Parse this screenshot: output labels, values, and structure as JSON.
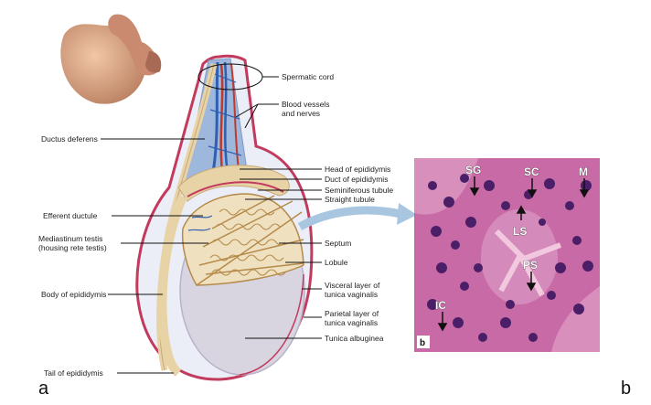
{
  "panel_letters": {
    "a": "a",
    "b": "b"
  },
  "labels": {
    "spermatic_cord": "Spermatic cord",
    "blood_vessels": "Blood vessels",
    "and_nerves": "and nerves",
    "ductus_deferens": "Ductus deferens",
    "head_epididymis": "Head of epididymis",
    "duct_epididymis": "Duct of epididymis",
    "seminiferous_tubule": "Seminiferous tubule",
    "straight_tubule": "Straight tubule",
    "efferent_ductule": "Efferent ductule",
    "mediastinum_1": "Mediastinum testis",
    "mediastinum_2": "(housing rete testis)",
    "septum": "Septum",
    "lobule": "Lobule",
    "body_epididymis": "Body of epididymis",
    "visceral_1": "Visceral layer of",
    "visceral_2": "tunica vaginalis",
    "parietal_1": "Parietal layer of",
    "parietal_2": "tunica vaginalis",
    "tunica_albuginea": "Tunica albuginea",
    "tail_epididymis": "Tail of epididymis"
  },
  "micrograph": {
    "panel_label": "b",
    "labels": {
      "sg": "SG",
      "sc": "SC",
      "m": "M",
      "ls": "LS",
      "ps": "PS",
      "ic": "IC"
    }
  },
  "colors": {
    "tunica_albuginea": "#d8d5e0",
    "lobule_fill": "#efe0bf",
    "tubule_line": "#b58a4a",
    "epididymis": "#e8d3a6",
    "blue_vessel": "#2f5fb0",
    "red_artery": "#c0392b",
    "scrotum_pink": "#c23a5d",
    "micro_bg": "#c86aa6",
    "nucleus": "#4a1f68"
  }
}
